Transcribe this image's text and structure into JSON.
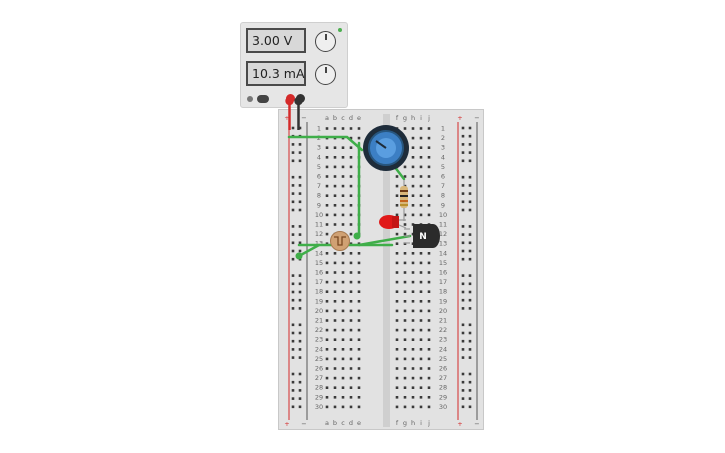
{
  "power_supply": {
    "voltage_display": "3.00 V",
    "current_display": "10.3 mA",
    "voltage_knob_icon": "knob-icon",
    "current_knob_icon": "knob-icon",
    "positive_terminal_color": "#d42a2a",
    "negative_terminal_color": "#333333"
  },
  "breadboard": {
    "column_letters_left": [
      "a",
      "b",
      "c",
      "d",
      "e"
    ],
    "column_letters_right": [
      "f",
      "g",
      "h",
      "i",
      "j"
    ],
    "row_count": 30,
    "rail_plus": "+",
    "rail_minus": "−"
  },
  "components": {
    "potentiometer_icon": "potentiometer-icon",
    "resistor_icon": "resistor-icon",
    "led_icon": "led-icon",
    "photoresistor_icon": "photoresistor-icon",
    "transistor_label": "N",
    "wire_color": "#3fae49"
  }
}
